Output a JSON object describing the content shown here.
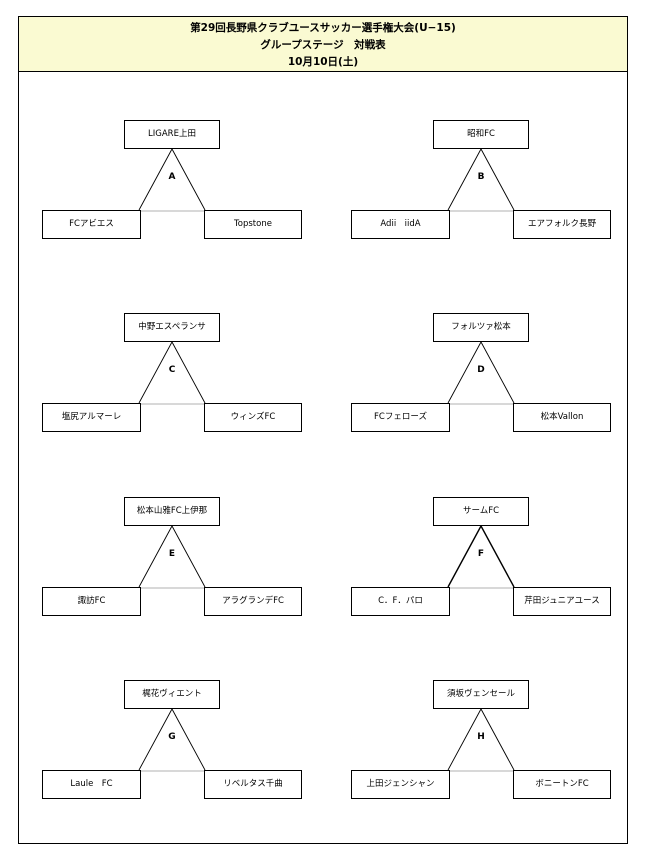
{
  "header": {
    "title": "第29回長野県クラブユースサッカー選手権大会(U−15)",
    "subtitle": "グループステージ　対戦表",
    "date": "10月10日(土)"
  },
  "groups": [
    {
      "label": "A",
      "top": "LIGARE上田",
      "left": "FCアビエス",
      "right": "Topstone"
    },
    {
      "label": "B",
      "top": "昭和FC",
      "left": "Adii　iidA",
      "right": "エアフォルク長野"
    },
    {
      "label": "C",
      "top": "中野エスペランサ",
      "left": "塩尻アルマーレ",
      "right": "ウィンズFC"
    },
    {
      "label": "D",
      "top": "フォルツァ松本",
      "left": "FCフェローズ",
      "right": "松本Vallon"
    },
    {
      "label": "E",
      "top": "松本山雅FC上伊那",
      "left": "諏訪FC",
      "right": "アラグランデFC"
    },
    {
      "label": "F",
      "top": "サームFC",
      "left": "C．F．パロ",
      "right": "芹田ジュニアユース"
    },
    {
      "label": "G",
      "top": "梶花ヴィエント",
      "left": "Laule　FC",
      "right": "リベルタス千曲"
    },
    {
      "label": "H",
      "top": "須坂ヴェンセール",
      "left": "上田ジェンシャン",
      "right": "ボニートンFC"
    }
  ]
}
